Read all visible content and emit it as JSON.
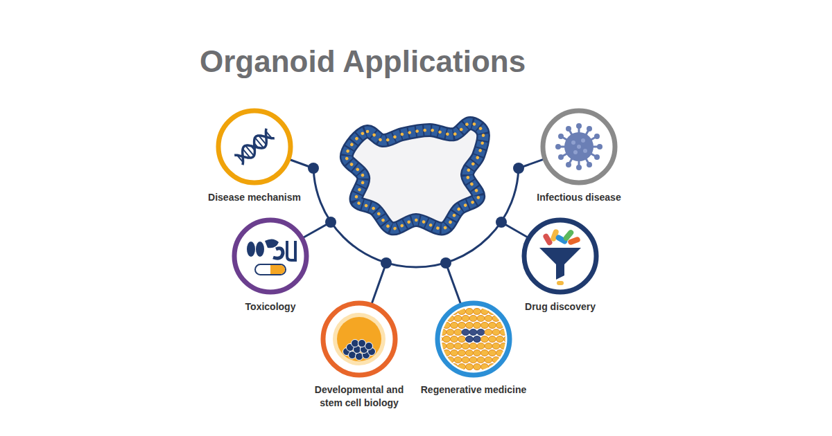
{
  "diagram": {
    "title": "Organoid Applications",
    "nodes": [
      {
        "text": [
          "Disease mechanism"
        ]
      },
      {
        "text": [
          "Infectious disease"
        ]
      },
      {
        "text": [
          "Toxicology"
        ]
      },
      {
        "text": [
          "Drug discovery"
        ]
      },
      {
        "text": [
          "Developmental and stem cell biology"
        ]
      },
      {
        "text": [
          "Regenerative medicine"
        ]
      }
    ]
  }
}
